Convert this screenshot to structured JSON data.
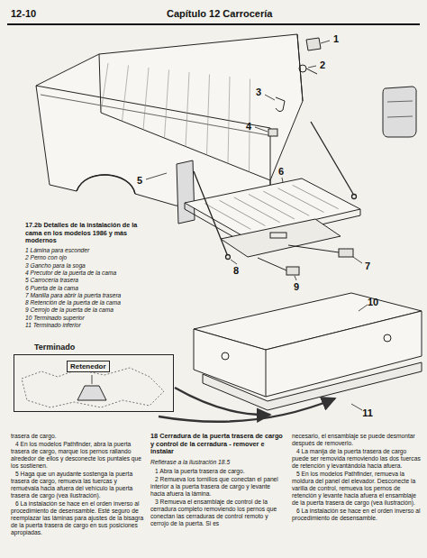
{
  "diagram": {
    "title": "Capítulo 12 Carrocería",
    "caption": "17.2b Detalles de la instalación de la cama en los modelos 1986 y más modernos",
    "nodes": [
      {
        "text": [
          "Terminado",
          "Retenedor"
        ]
      }
    ],
    "labels": [
      "12-10",
      "1",
      "2",
      "3",
      "4",
      "5",
      "6",
      "7",
      "8",
      "9",
      "10",
      "11",
      "1 Lámina para esconder",
      "2 Perno con ojo",
      "3 Gancho para la soga",
      "4 Precutor de la puerta de la cama",
      "5 Carrocería trasera",
      "6 Puerta de la cama",
      "7 Manilla para abrir la puerta trasera",
      "8 Retención de la puerta de la cama",
      "9 Cerrojo de la puerta de la cama",
      "10 Terminado superior",
      "11 Terminado inferior",
      "trasera de cargo.",
      "4 En los modelos Pathfinder, abra la puerta trasera de cargo, marque los pernos rallando alrededor de ellos y desconecte los puntales que los sostienen.",
      "5 Haga que un ayudante sostenga la puerta trasera de cargo, remueva las tuercas y remuévala hacia afuera del vehículo la puerta trasera de cargo (vea ilustración).",
      "6 La instalación se hace en el orden inverso al procedimiento de desensamble. Esté seguro de reemplazar las láminas para ajustes de la bisagra de la puerta trasera de cargo en sus posiciones apropiadas.",
      "18 Cerradura de la puerta trasera de cargo y control de la cerradura - remover e instalar",
      "Refiérase a la ilustración 18.5",
      "1 Abra la puerta trasera de cargo.",
      "2 Remueva los tornillos que conectan el panel interior a la puerta trasera de cargo y levante hacia afuera la lámina.",
      "3 Remueva el ensamblaje de control de la cerradura completo removiendo los pernos que conectan las cerraduras de control remoto y cerrojo de la puerta. Si es",
      "necesario, el ensamblaje se puede desmontar después de removerlo.",
      "4 La manija de la puerta trasera de cargo puede ser removida removiendo las dos tuercas de retención y levantándola hacia afuera.",
      "5 En los modelos Pathfinder, remueva la moldura del panel del elevador. Desconecte la varilla de control, remueva los pernos de retención y levante hacia afuera el ensamblaje de la puerta trasera de cargo (vea ilustración).",
      "6 La instalación se hace en el orden inverso al procedimiento de desensamble."
    ]
  }
}
